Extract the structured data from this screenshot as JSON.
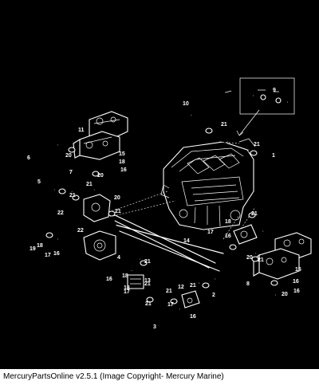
{
  "caption": "MercuryPartsOnline v2.5.1 (Image Copyright- Mercury Marine)",
  "callouts": [
    {
      "id": "c9",
      "text": "9"
    },
    {
      "id": "c10",
      "text": "10"
    },
    {
      "id": "c21a",
      "text": "21"
    },
    {
      "id": "c11",
      "text": "11"
    },
    {
      "id": "c20a",
      "text": "20"
    },
    {
      "id": "c15a",
      "text": "15"
    },
    {
      "id": "c18a",
      "text": "18"
    },
    {
      "id": "c16a",
      "text": "16"
    },
    {
      "id": "c21b",
      "text": "21"
    },
    {
      "id": "c1",
      "text": "1"
    },
    {
      "id": "c6",
      "text": "6"
    },
    {
      "id": "c7",
      "text": "7"
    },
    {
      "id": "c20b",
      "text": "20"
    },
    {
      "id": "c5",
      "text": "5"
    },
    {
      "id": "c21c",
      "text": "21"
    },
    {
      "id": "c20c",
      "text": "20"
    },
    {
      "id": "c21d",
      "text": "21"
    },
    {
      "id": "c22a",
      "text": "22"
    },
    {
      "id": "c21e",
      "text": "21"
    },
    {
      "id": "c18b",
      "text": "18"
    },
    {
      "id": "c21f",
      "text": "21"
    },
    {
      "id": "c17a",
      "text": "17"
    },
    {
      "id": "c16b",
      "text": "16"
    },
    {
      "id": "c22b",
      "text": "22"
    },
    {
      "id": "c19",
      "text": "19"
    },
    {
      "id": "c18c",
      "text": "18"
    },
    {
      "id": "c17b",
      "text": "17"
    },
    {
      "id": "c16c",
      "text": "16"
    },
    {
      "id": "c14",
      "text": "14"
    },
    {
      "id": "c4",
      "text": "4"
    },
    {
      "id": "c21g",
      "text": "21"
    },
    {
      "id": "c20d",
      "text": "20"
    },
    {
      "id": "c21h",
      "text": "21"
    },
    {
      "id": "c15b",
      "text": "15"
    },
    {
      "id": "c16d",
      "text": "16"
    },
    {
      "id": "c18d",
      "text": "18"
    },
    {
      "id": "c13",
      "text": "13"
    },
    {
      "id": "c16e",
      "text": "16"
    },
    {
      "id": "c17c",
      "text": "17"
    },
    {
      "id": "c21i",
      "text": "21"
    },
    {
      "id": "c12",
      "text": "12"
    },
    {
      "id": "c21j",
      "text": "21"
    },
    {
      "id": "c2",
      "text": "2"
    },
    {
      "id": "c8",
      "text": "8"
    },
    {
      "id": "c20e",
      "text": "20"
    },
    {
      "id": "c16f",
      "text": "16"
    },
    {
      "id": "c18e",
      "text": "18"
    },
    {
      "id": "c17d",
      "text": "17"
    },
    {
      "id": "c21k",
      "text": "21"
    },
    {
      "id": "c3",
      "text": "3"
    },
    {
      "id": "c16g",
      "text": "16"
    },
    {
      "id": "c21l",
      "text": "21"
    }
  ]
}
